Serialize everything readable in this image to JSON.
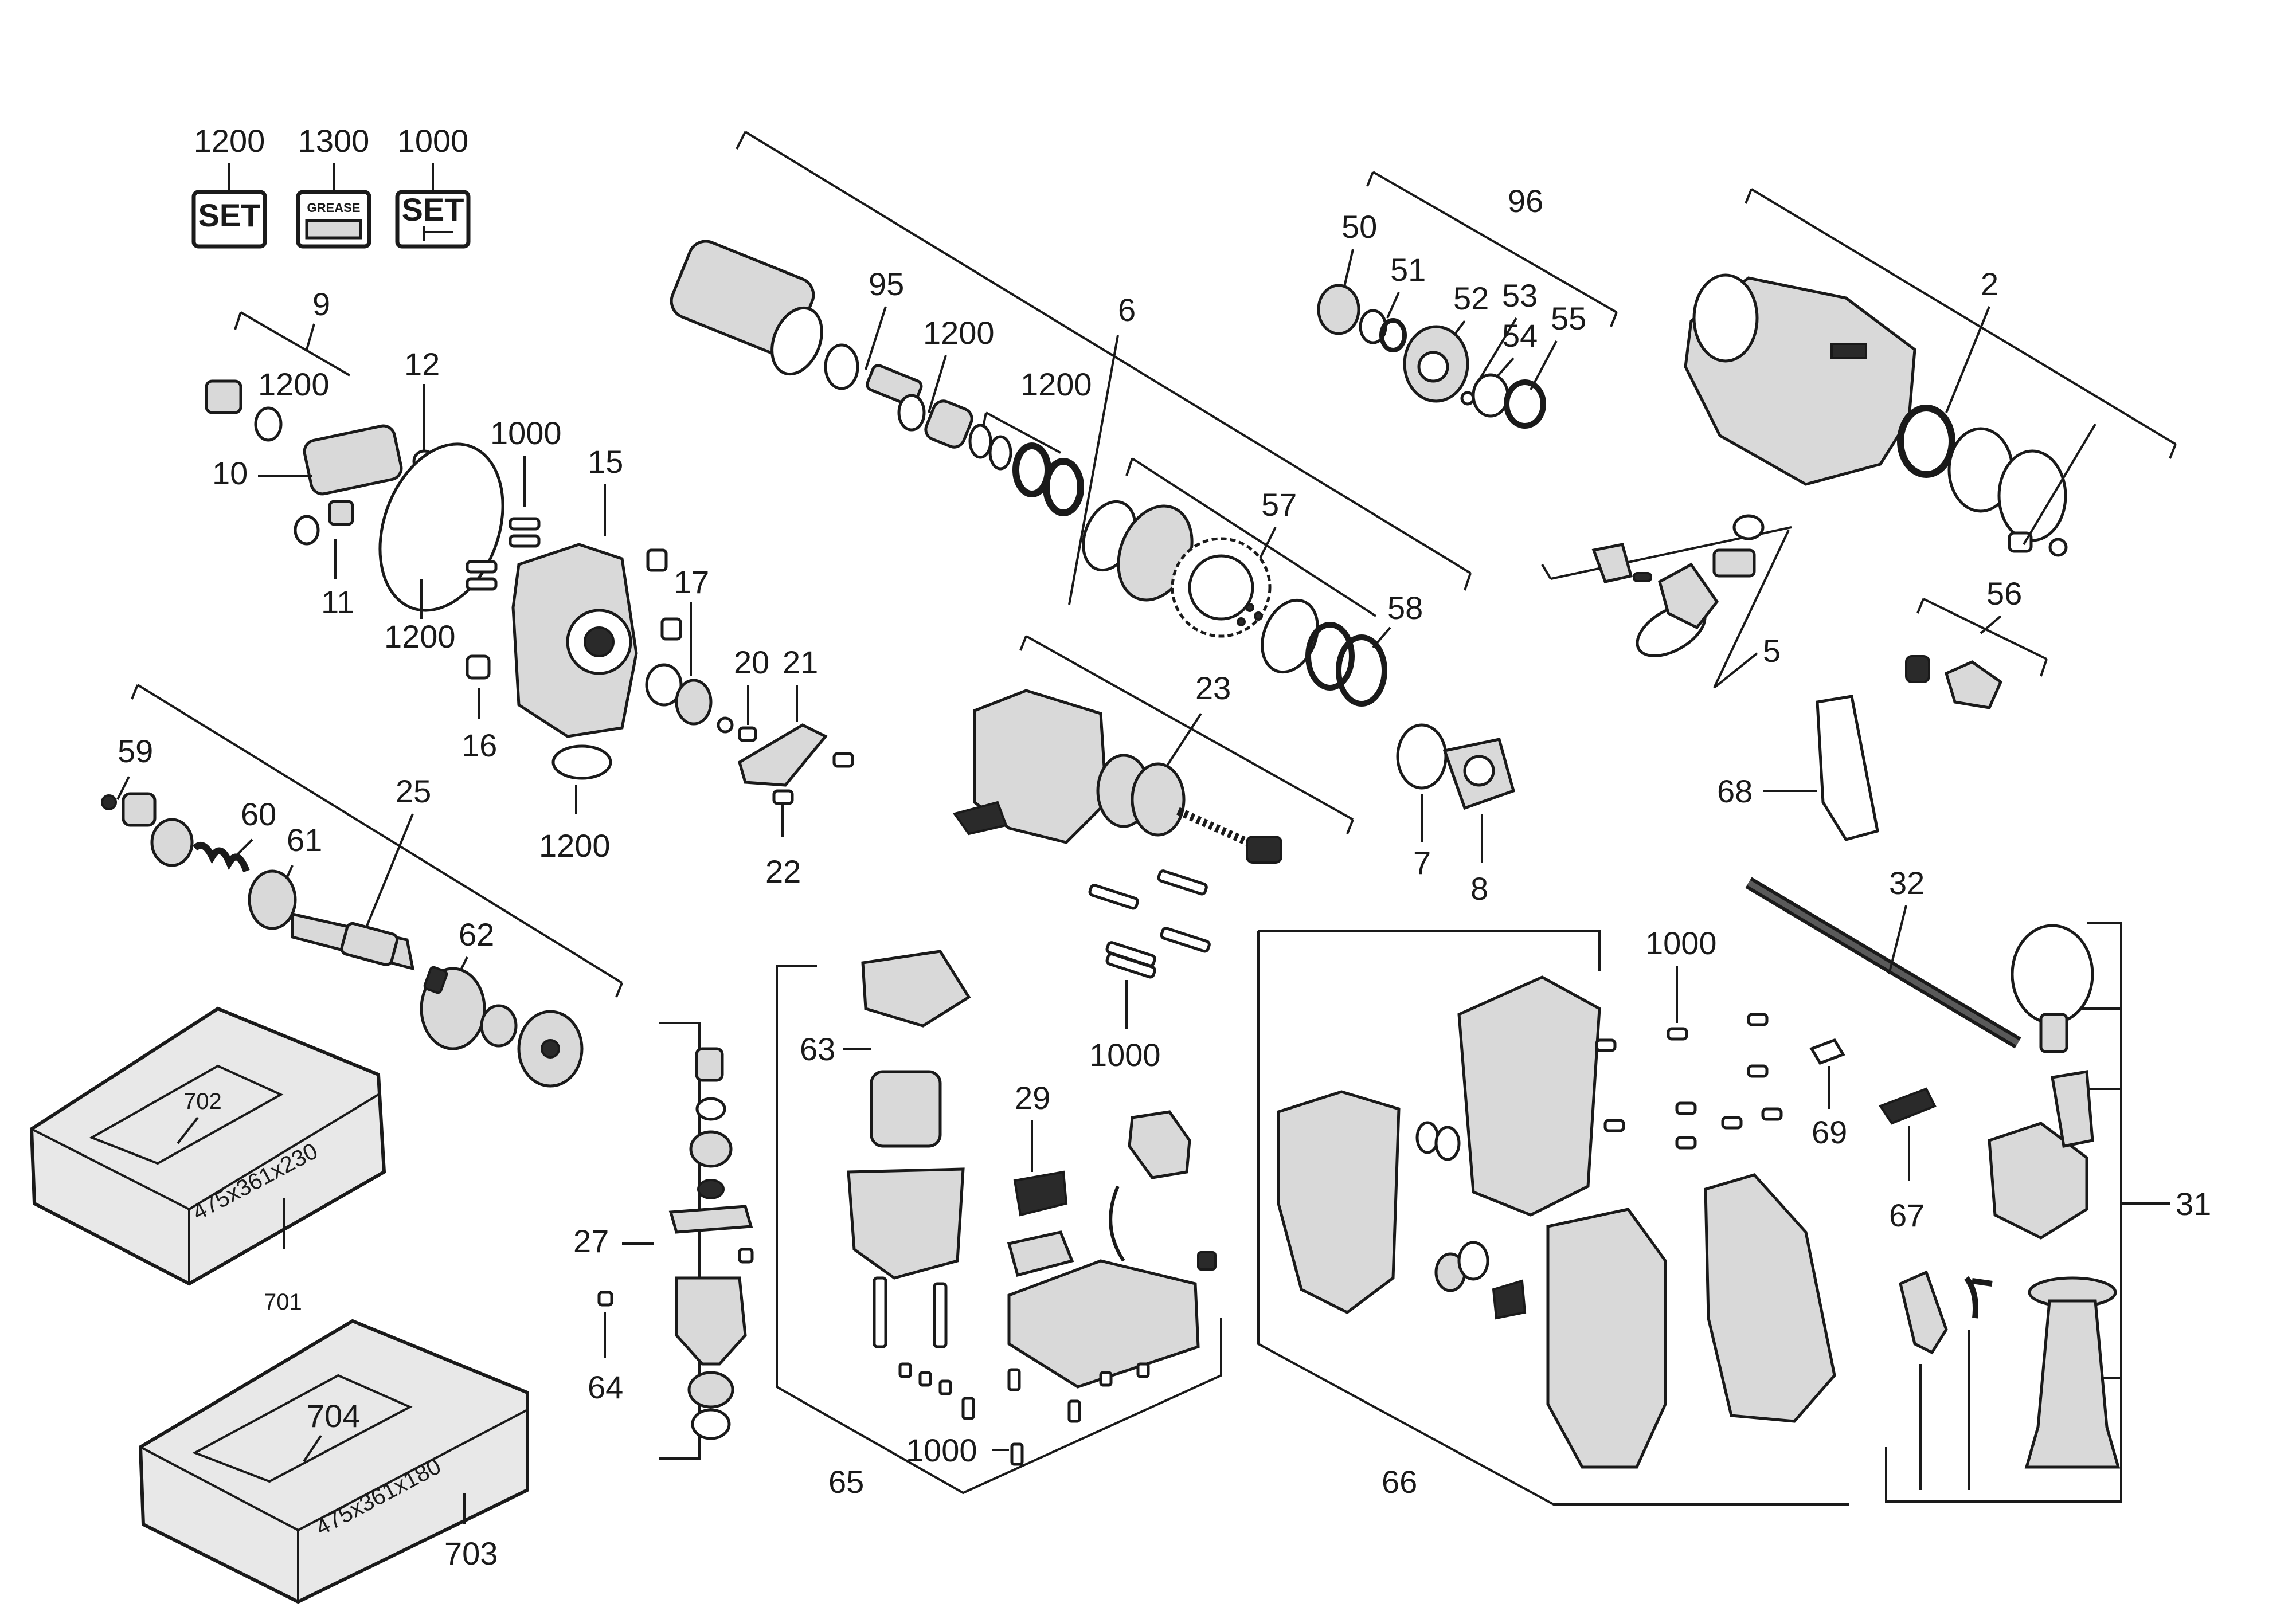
{
  "badges": [
    {
      "number": "1200",
      "text": "SET"
    },
    {
      "number": "1300",
      "text": "GREASE"
    },
    {
      "number": "1000",
      "text": "SET"
    }
  ],
  "callouts": {
    "p2": "2",
    "p5": "5",
    "p6": "6",
    "p7": "7",
    "p8": "8",
    "p9": "9",
    "p10": "10",
    "p11": "11",
    "p12": "12",
    "p15": "15",
    "p16": "16",
    "p17": "17",
    "p20": "20",
    "p21": "21",
    "p22": "22",
    "p23": "23",
    "p25": "25",
    "p27": "27",
    "p29": "29",
    "p31": "31",
    "p32": "32",
    "p50": "50",
    "p51": "51",
    "p52": "52",
    "p53": "53",
    "p54": "54",
    "p55": "55",
    "p56": "56",
    "p57": "57",
    "p58": "58",
    "p59": "59",
    "p60": "60",
    "p61": "61",
    "p62": "62",
    "p63": "63",
    "p64": "64",
    "p65": "65",
    "p66": "66",
    "p67": "67",
    "p68": "68",
    "p69": "69",
    "p95": "95",
    "p96": "96",
    "p701": "701",
    "p702": "702",
    "p703": "703",
    "p704": "704",
    "k1200": "1200",
    "k1000": "1000"
  },
  "case_labels": {
    "large": "475x361x230",
    "small": "475x361x180"
  }
}
